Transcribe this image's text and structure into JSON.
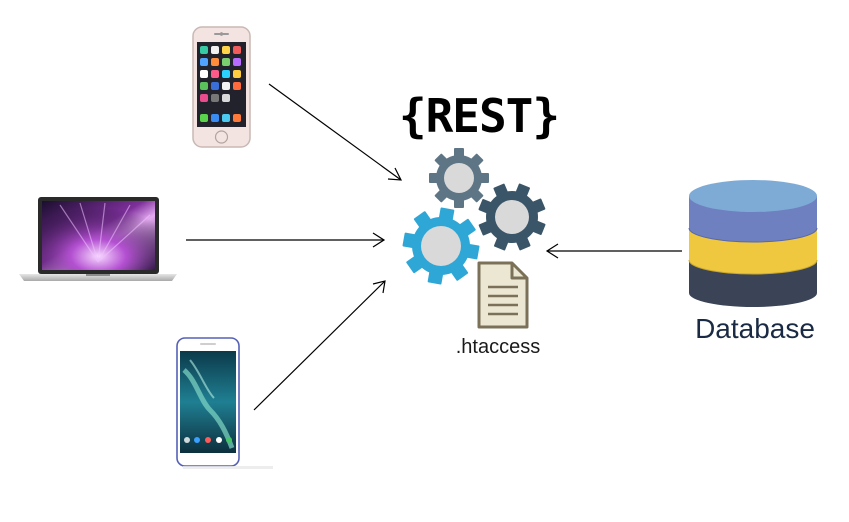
{
  "diagram": {
    "title": "{REST}",
    "htaccess_label": ".htaccess",
    "database_label": "Database"
  },
  "nodes": {
    "clients": [
      "iphone",
      "laptop",
      "android-phone"
    ],
    "server": [
      "gears",
      "htaccess-file"
    ],
    "storage": [
      "database"
    ]
  },
  "colors": {
    "gear_blue": "#2fa7d6",
    "gear_slate": "#5d7585",
    "gear_dark": "#3b5568",
    "gear_center": "#d9d9d9",
    "file_fill": "#ece7d3",
    "file_stroke": "#7a7158",
    "db_top": "#7eaad6",
    "db_purple": "#6f80c0",
    "db_yellow": "#efc83f",
    "db_dark": "#3b4456",
    "arrow": "#000000"
  }
}
